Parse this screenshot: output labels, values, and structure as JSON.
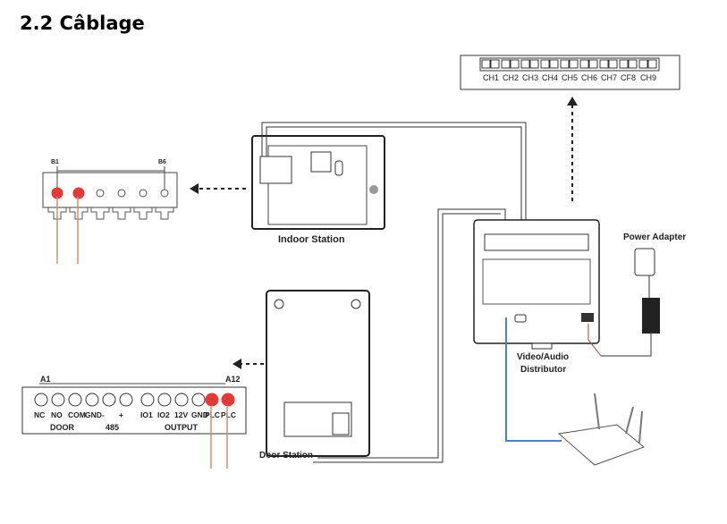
{
  "title": "2.2 Câblage",
  "labels": {
    "indoor": "Indoor Station",
    "door": "Door Station",
    "distributor_line1": "Video/Audio",
    "distributor_line2": "Distributor",
    "power": "Power Adapter"
  },
  "channels": [
    "CH1",
    "CH2",
    "CH3",
    "CH4",
    "CH5",
    "CH6",
    "CH7",
    "CF8",
    "CH9"
  ],
  "indoor_terminal": {
    "first": "B1",
    "last": "B6"
  },
  "door_terminal": {
    "first": "A1",
    "last": "A12",
    "pins": [
      "NC",
      "NO",
      "COM",
      "GND",
      "-",
      "+",
      "IO1",
      "IO2",
      "12V",
      "GND",
      "PLC",
      "PLC"
    ],
    "groups": [
      "DOOR",
      "485",
      "OUTPUT"
    ]
  },
  "colors": {
    "wire_red": "#e53935",
    "ethernet": "#4a7fd6",
    "power_wire": "#c0392b"
  }
}
